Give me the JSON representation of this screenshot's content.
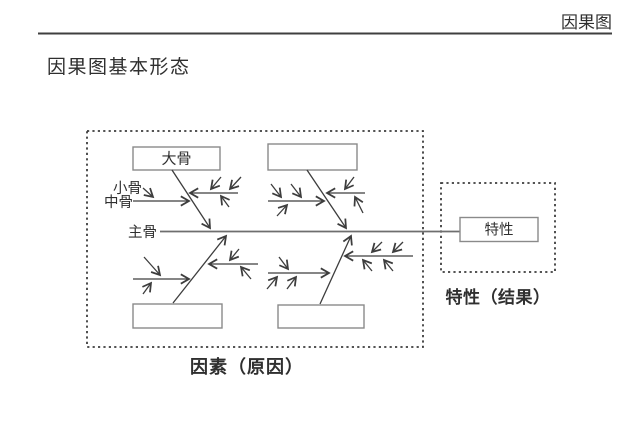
{
  "page": {
    "corner_label": "因果图",
    "heading": "因果图基本形态"
  },
  "diagram": {
    "box_labels": {
      "big_bone_box": "大骨",
      "characteristic_box": "特性"
    },
    "bone_labels": {
      "small_bone": "小骨",
      "middle_bone": "中骨",
      "main_bone": "主骨"
    },
    "captions": {
      "factors": "因素（原因）",
      "result": "特性（结果）"
    }
  },
  "colors": {
    "background": "#ffffff",
    "text": "#2f2f2f",
    "line": "#3d3d3d",
    "spine": "#6e6e6e",
    "box_border": "#8a8a8a",
    "dash": "#3d3d3d",
    "rule": "#3f3f3f"
  }
}
